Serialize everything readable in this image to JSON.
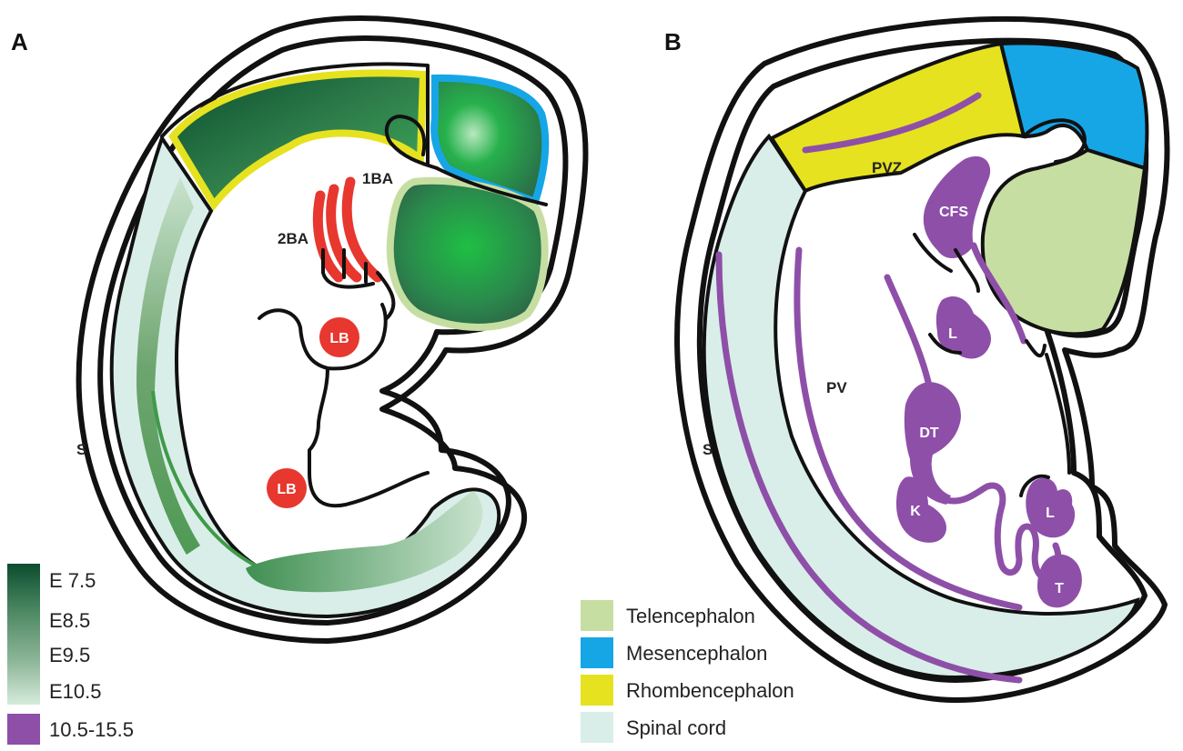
{
  "panels": {
    "a": {
      "letter": "A",
      "labels": {
        "s": "S",
        "ba1": "1BA",
        "ba2": "2BA",
        "lb_upper": "LB",
        "lb_lower": "LB"
      }
    },
    "b": {
      "letter": "B",
      "labels": {
        "s": "S",
        "pv": "PV",
        "pvz": "PVZ",
        "cfs": "CFS",
        "l_upper": "L",
        "dt": "DT",
        "k": "K",
        "l_lower": "L",
        "t": "T"
      }
    }
  },
  "legend_stages": {
    "items": [
      "E 7.5",
      "E8.5",
      "E9.5",
      "E10.5",
      "10.5-15.5"
    ],
    "colors": [
      "#0b4d2f",
      "#4f8a65",
      "#8fb79a",
      "#cfe6d5",
      "#8e4fa8"
    ]
  },
  "legend_regions": {
    "items": [
      {
        "label": "Telencephalon",
        "color": "#c7dea3"
      },
      {
        "label": "Mesencephalon",
        "color": "#16a6e6"
      },
      {
        "label": "Rhombencephalon",
        "color": "#e6e21f"
      },
      {
        "label": "Spinal cord",
        "color": "#d9eee8"
      }
    ]
  },
  "colors": {
    "spinal": "#d9eee8",
    "telencephalon": "#c7dea3",
    "mesencephalon": "#16a6e6",
    "rhombencephalon": "#e6e21f",
    "branchial": "#e7372e",
    "purple": "#8e4fa8"
  }
}
